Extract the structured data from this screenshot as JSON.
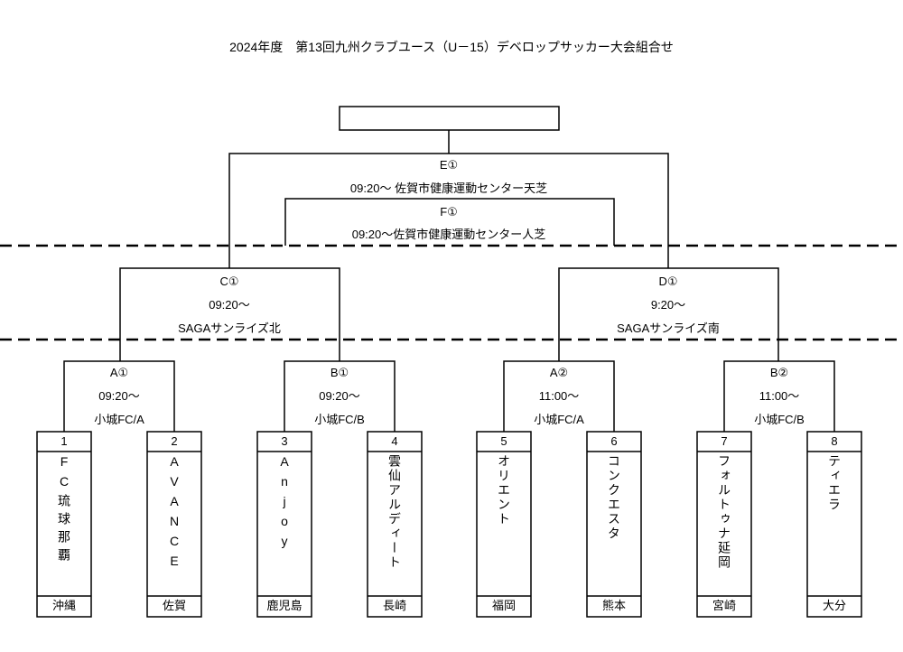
{
  "title": "2024年度　第13回九州クラブユース（U－15）デベロップサッカー大会組合せ",
  "final": {
    "e_label": "E①",
    "e_detail": "09:20～ 佐賀市健康運動センター天芝",
    "f_label": "F①",
    "f_detail": "09:20～佐賀市健康運動センター人芝"
  },
  "semis": [
    {
      "label": "C①",
      "time": "09:20～",
      "venue": "SAGAサンライズ北"
    },
    {
      "label": "D①",
      "time": "9:20～",
      "venue": "SAGAサンライズ南"
    }
  ],
  "quarters": [
    {
      "label": "A①",
      "time": "09:20～",
      "venue": "小城FC/A"
    },
    {
      "label": "B①",
      "time": "09:20～",
      "venue": "小城FC/B"
    },
    {
      "label": "A②",
      "time": "11:00～",
      "venue": "小城FC/A"
    },
    {
      "label": "B②",
      "time": "11:00～",
      "venue": "小城FC/B"
    }
  ],
  "teams": [
    {
      "num": "1",
      "name": "FC琉球那覇",
      "pref": "沖縄"
    },
    {
      "num": "2",
      "name": "AVANCE",
      "pref": "佐賀"
    },
    {
      "num": "3",
      "name": "Anjoy",
      "pref": "鹿児島"
    },
    {
      "num": "4",
      "name": "雲仙アルディート",
      "pref": "長崎"
    },
    {
      "num": "5",
      "name": "オリエント",
      "pref": "福岡"
    },
    {
      "num": "6",
      "name": "コンクエスタ",
      "pref": "熊本"
    },
    {
      "num": "7",
      "name": "フォルトゥナ延岡",
      "pref": "宮崎"
    },
    {
      "num": "8",
      "name": "ティエラ",
      "pref": "大分"
    }
  ]
}
